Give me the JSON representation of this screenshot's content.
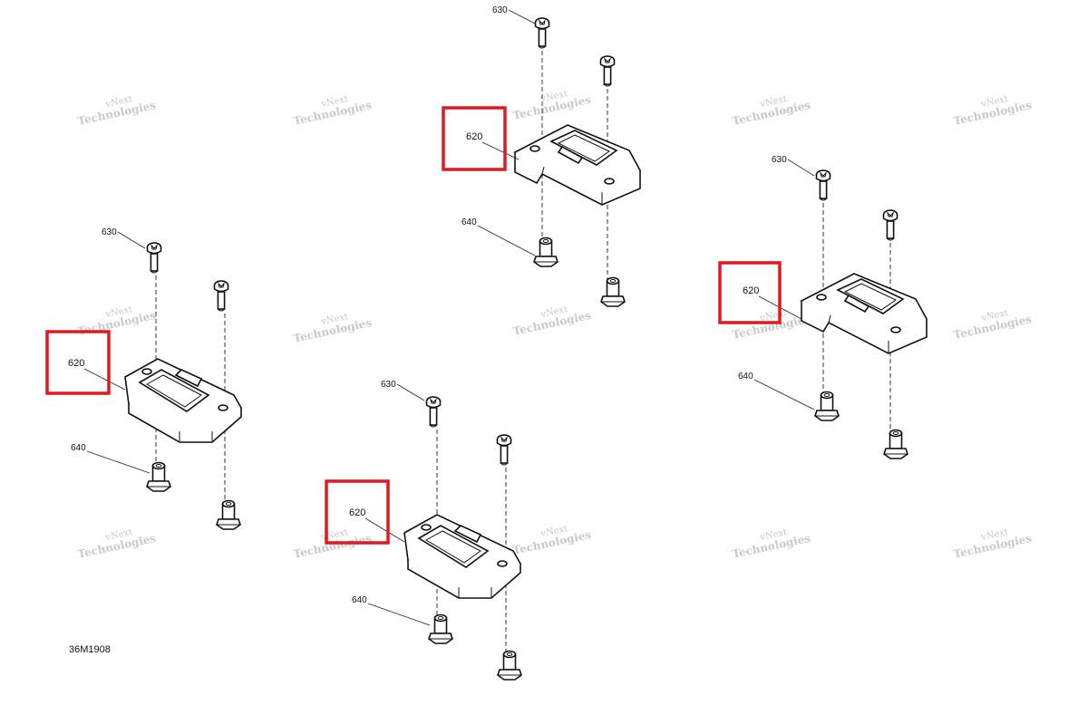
{
  "diagram": {
    "figure_id": "36M1908",
    "watermark": {
      "line1": "vNext",
      "line2": "Technologies"
    },
    "callouts": {
      "screw_top": "630",
      "housing": "620",
      "nut_bottom": "640"
    },
    "highlight_color": "#e0191f",
    "line_color": "#111111"
  }
}
